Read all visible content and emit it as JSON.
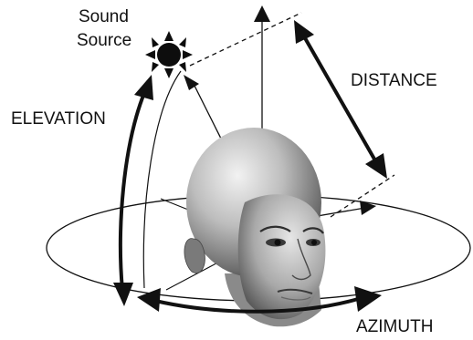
{
  "labels": {
    "sound_line1": "Sound",
    "sound_line2": "Source",
    "elevation": "ELEVATION",
    "distance": "DISTANCE",
    "azimuth": "AZIMUTH"
  },
  "colors": {
    "ink": "#111111",
    "sun": "#0d0d0d",
    "background": "#ffffff"
  },
  "icons": {
    "sound_source": "sun-icon",
    "listener": "head-icon"
  }
}
